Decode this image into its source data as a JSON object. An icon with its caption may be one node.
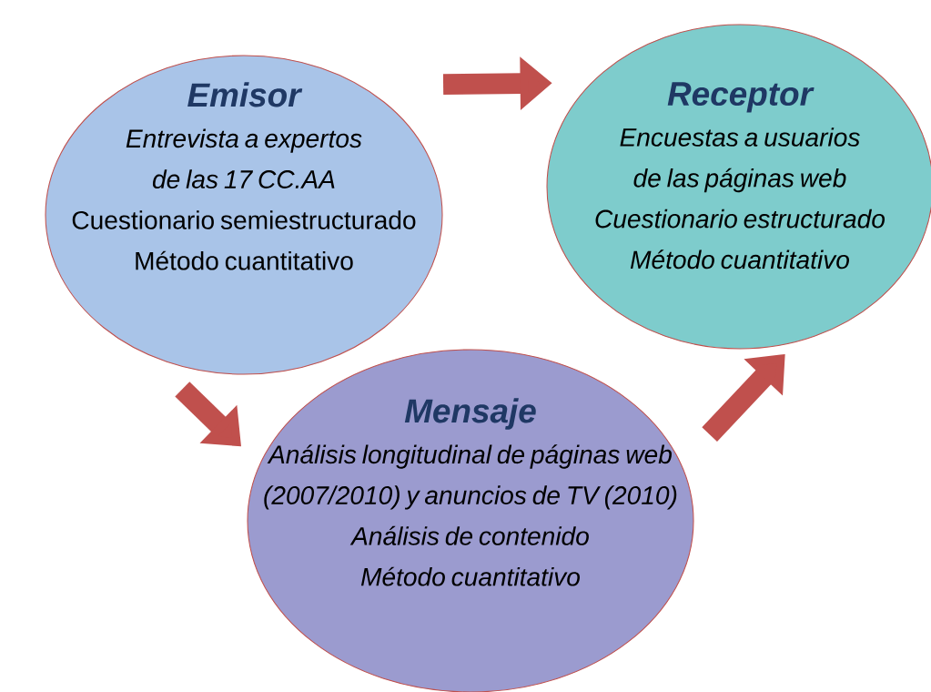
{
  "diagram": {
    "nodes": [
      {
        "text": [
          "Emisor",
          "Entrevista a expertos de las 17 CC.AA",
          "Cuestionario semiestructurado",
          "Método cuantitativo"
        ]
      },
      {
        "text": [
          "Receptor",
          "Encuestas a usuarios de las páginas web",
          "Cuestionario estructurado",
          "Método cuantitativo"
        ]
      },
      {
        "text": [
          "Mensaje",
          "Análisis longitudinal de páginas web (2007/2010) y anuncios de TV (2010)",
          "Análisis de contenido",
          "Método cuantitativo"
        ]
      }
    ],
    "edges": [
      {
        "from": 0,
        "to": 1,
        "arrow": "to"
      },
      {
        "from": 0,
        "to": 2,
        "arrow": "to"
      },
      {
        "from": 2,
        "to": 1,
        "arrow": "to"
      }
    ]
  }
}
